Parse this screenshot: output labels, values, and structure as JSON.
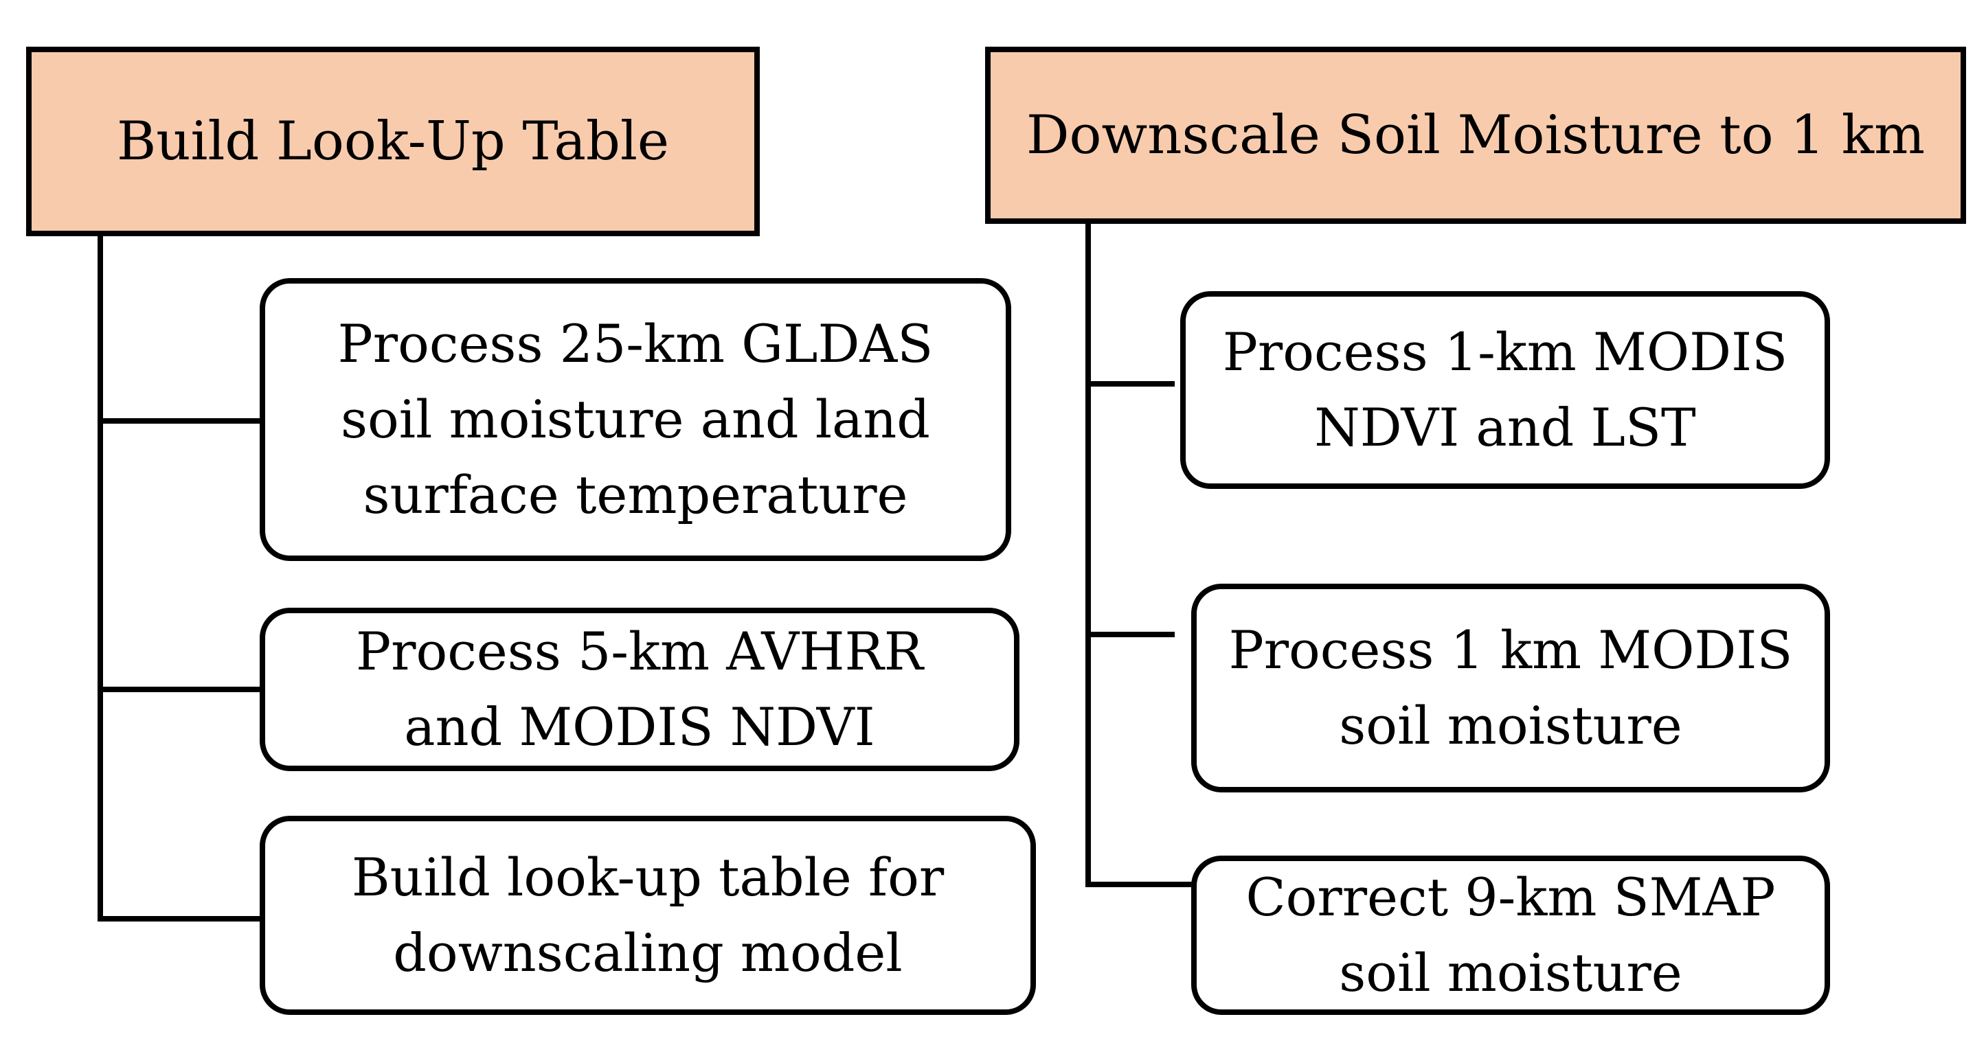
{
  "colors": {
    "header_fill": "#f8cbad",
    "step_fill": "#ffffff",
    "stroke": "#000000"
  },
  "left_branch": {
    "header": "Build Look-Up Table",
    "steps": [
      "Process 25-km GLDAS\nsoil moisture and land\nsurface temperature",
      "Process 5-km AVHRR\nand MODIS NDVI",
      "Build look-up table for\ndownscaling model"
    ]
  },
  "right_branch": {
    "header": "Downscale Soil Moisture to 1 km",
    "steps": [
      "Process 1-km MODIS\nNDVI and LST",
      "Process 1 km MODIS\nsoil moisture",
      "Correct 9-km SMAP\nsoil moisture"
    ]
  }
}
